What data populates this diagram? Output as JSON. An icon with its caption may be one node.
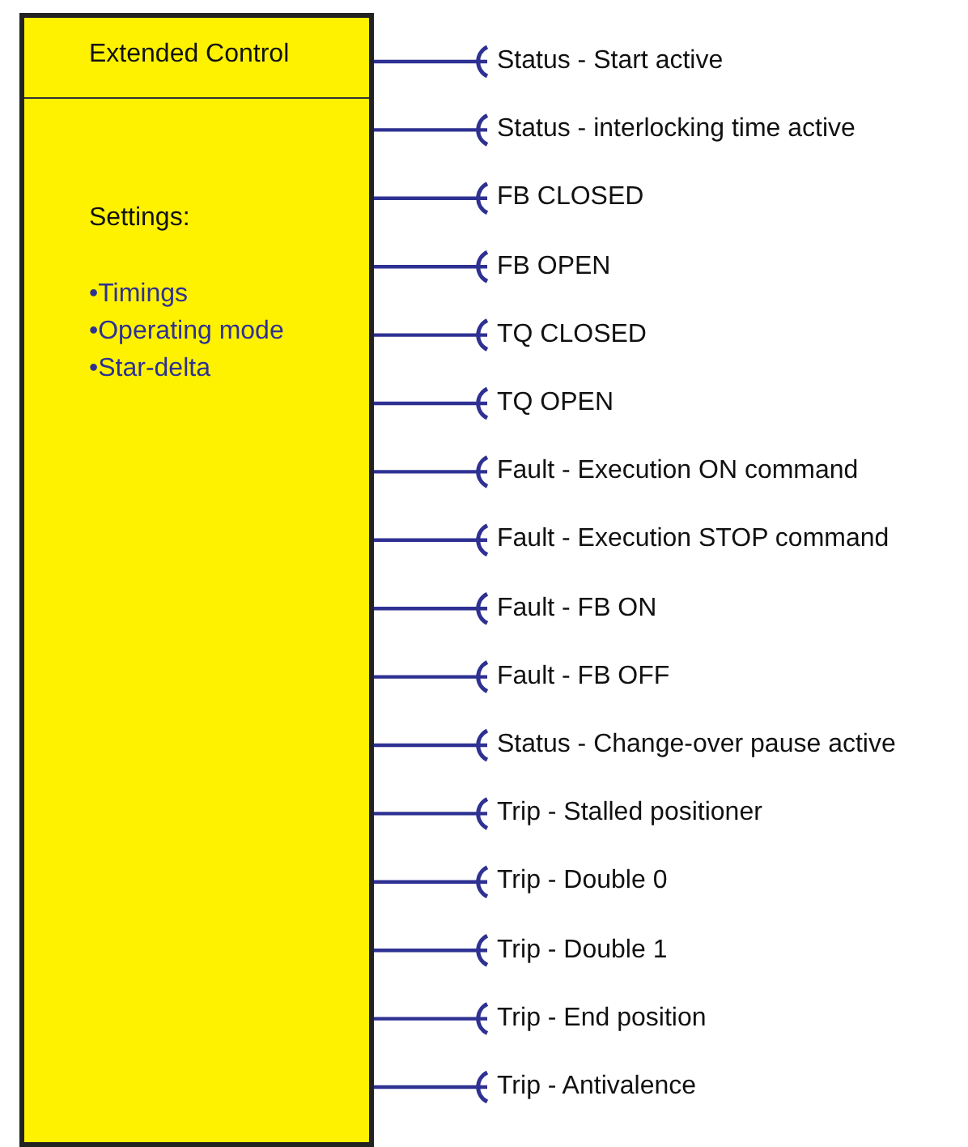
{
  "diagram": {
    "nodes": [
      {
        "text": [
          "Extended Control",
          "Settings:",
          "•Timings",
          "•Operating mode",
          "•Star-delta"
        ]
      },
      {
        "text": [
          "Status - Start active"
        ]
      },
      {
        "text": [
          "Status - interlocking time active"
        ]
      },
      {
        "text": [
          "FB CLOSED"
        ]
      },
      {
        "text": [
          "FB OPEN"
        ]
      },
      {
        "text": [
          "TQ CLOSED"
        ]
      },
      {
        "text": [
          "TQ OPEN"
        ]
      },
      {
        "text": [
          "Fault - Execution ON command"
        ]
      },
      {
        "text": [
          "Fault - Execution STOP command"
        ]
      },
      {
        "text": [
          "Fault - FB ON"
        ]
      },
      {
        "text": [
          "Fault - FB OFF"
        ]
      },
      {
        "text": [
          "Status - Change-over pause active"
        ]
      },
      {
        "text": [
          "Trip - Stalled positioner"
        ]
      },
      {
        "text": [
          "Trip - Double 0"
        ]
      },
      {
        "text": [
          "Trip - Double 1"
        ]
      },
      {
        "text": [
          "Trip - End position"
        ]
      },
      {
        "text": [
          "Trip - Antivalence"
        ]
      }
    ],
    "edges": [
      {
        "from": 0,
        "to": 1,
        "arrow": "other"
      },
      {
        "from": 0,
        "to": 2,
        "arrow": "other"
      },
      {
        "from": 0,
        "to": 3,
        "arrow": "other"
      },
      {
        "from": 0,
        "to": 4,
        "arrow": "other"
      },
      {
        "from": 0,
        "to": 5,
        "arrow": "other"
      },
      {
        "from": 0,
        "to": 6,
        "arrow": "other"
      },
      {
        "from": 0,
        "to": 7,
        "arrow": "other"
      },
      {
        "from": 0,
        "to": 8,
        "arrow": "other"
      },
      {
        "from": 0,
        "to": 9,
        "arrow": "other"
      },
      {
        "from": 0,
        "to": 10,
        "arrow": "other"
      },
      {
        "from": 0,
        "to": 11,
        "arrow": "other"
      },
      {
        "from": 0,
        "to": 12,
        "arrow": "other"
      },
      {
        "from": 0,
        "to": 13,
        "arrow": "other"
      },
      {
        "from": 0,
        "to": 14,
        "arrow": "other"
      },
      {
        "from": 0,
        "to": 15,
        "arrow": "other"
      },
      {
        "from": 0,
        "to": 16,
        "arrow": "other"
      }
    ]
  }
}
